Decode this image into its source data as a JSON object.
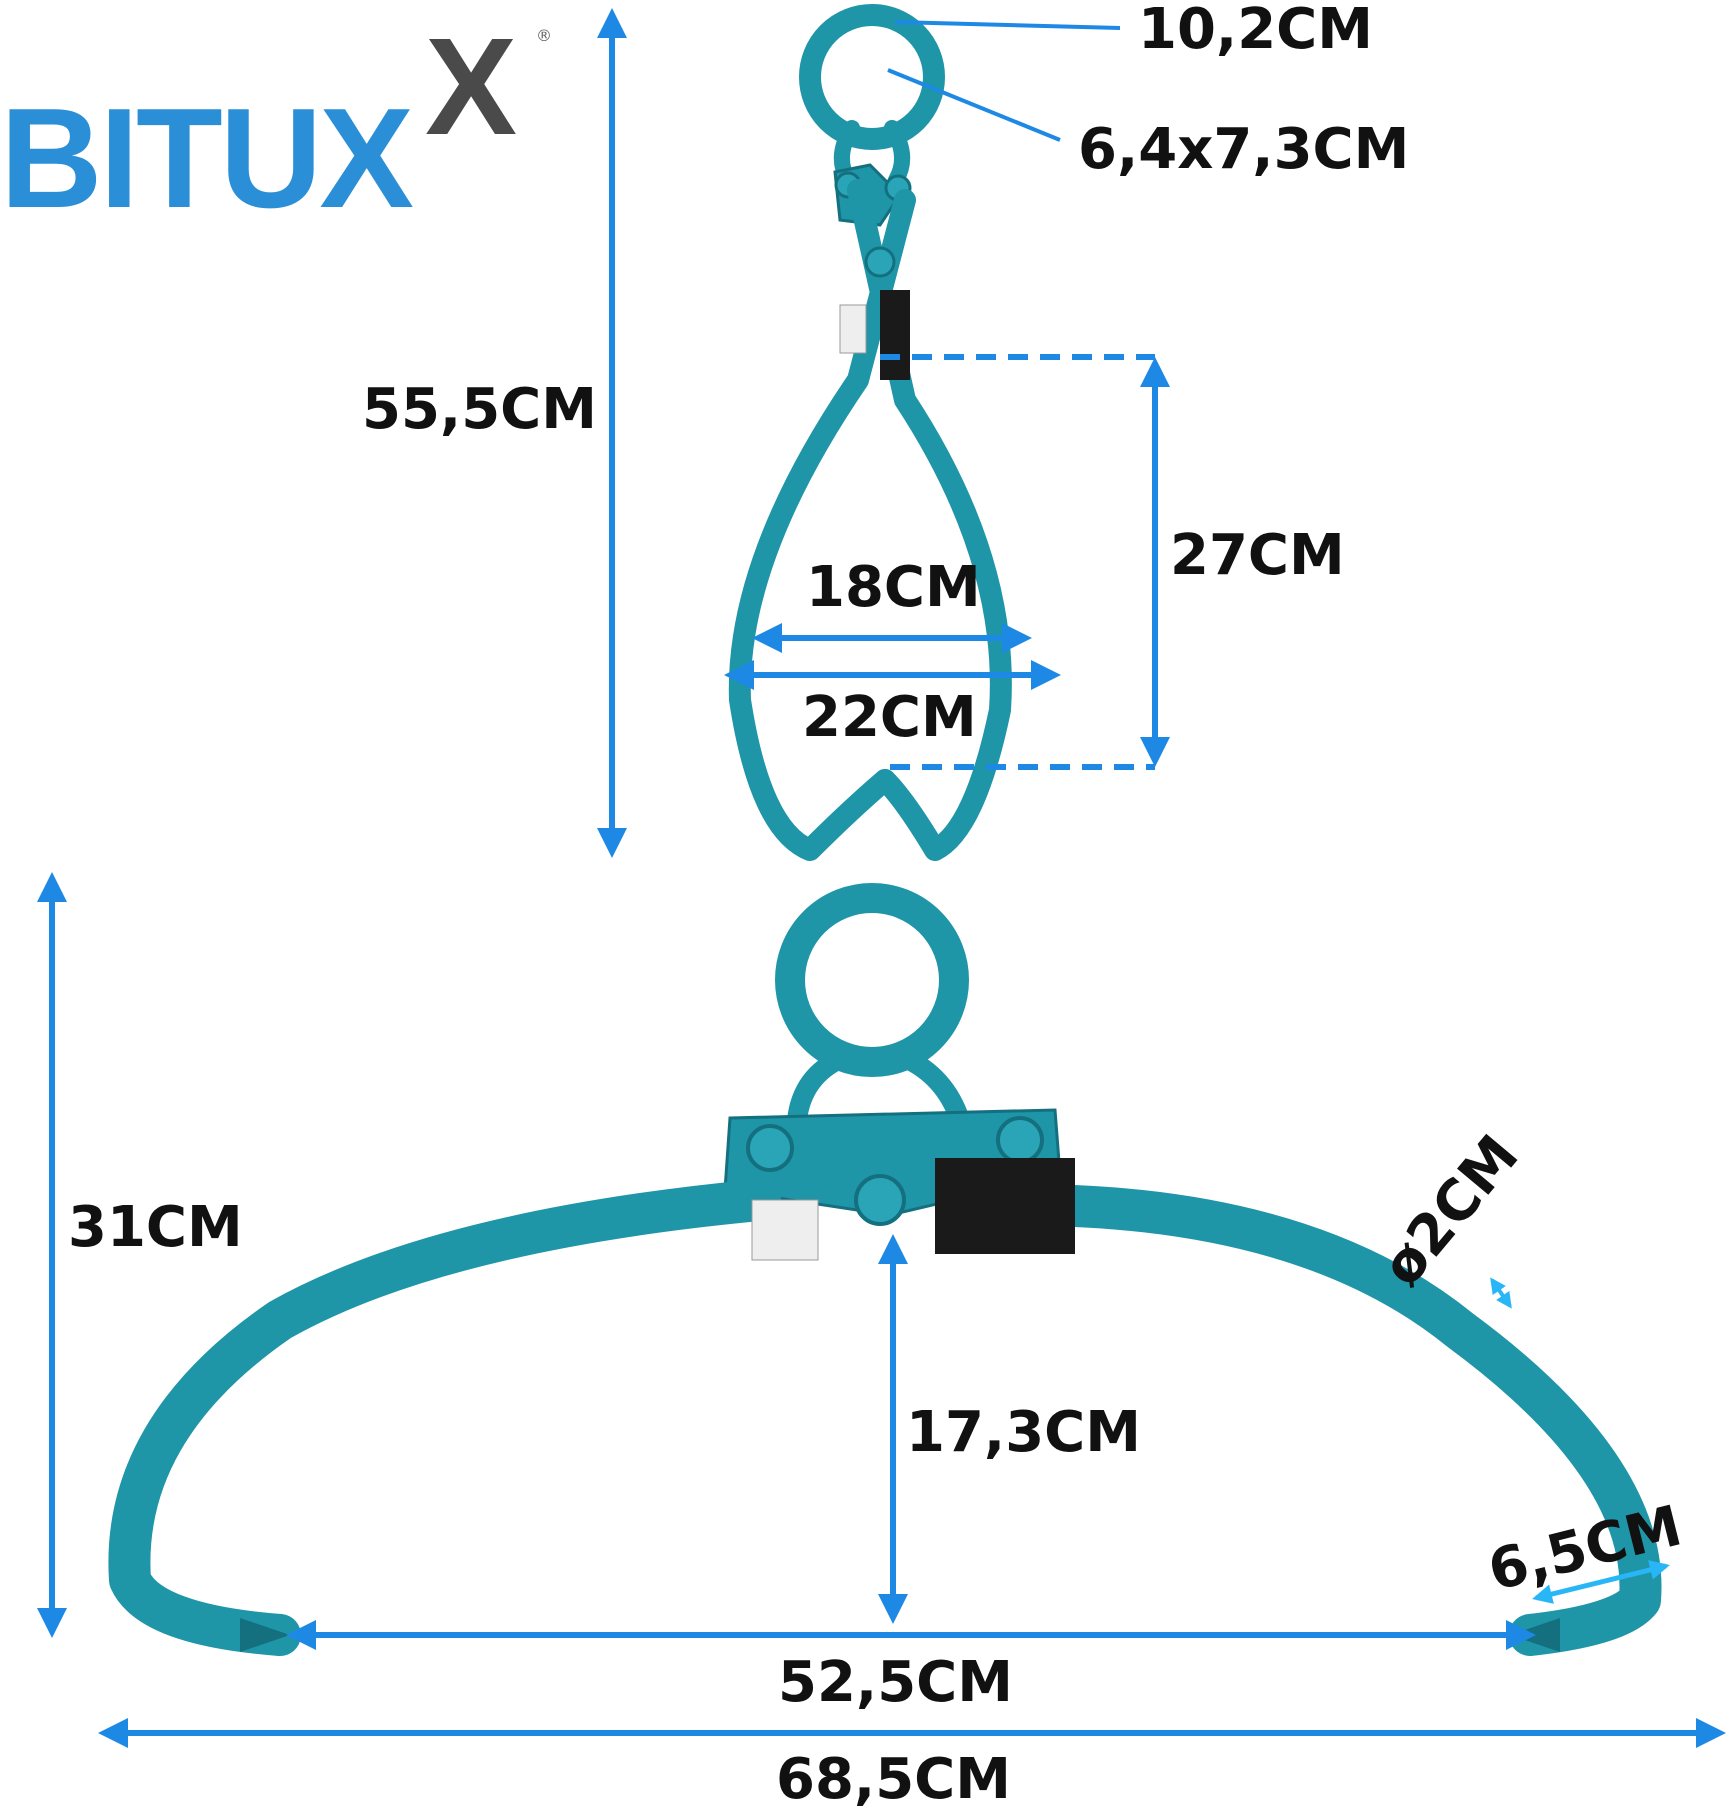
{
  "brand": {
    "name": "BITUX",
    "mark": "X",
    "registered": "®",
    "color": "#2b8fd8"
  },
  "colors": {
    "tool": "#1f95a8",
    "tool_dark": "#14707f",
    "dimension_line": "#1e88e5",
    "text": "#111111"
  },
  "dimensions": {
    "ring_outer": "10,2CM",
    "ring_inner": "6,4x7,3CM",
    "total_height_hanging": "55,5CM",
    "jaw_depth": "27CM",
    "inner_width": "18CM",
    "outer_width": "22CM",
    "height_open": "31CM",
    "bar_diameter": "ø2CM",
    "inner_height_open": "17,3CM",
    "tip_length": "6,5CM",
    "inner_span_open": "52,5CM",
    "total_span_open": "68,5CM"
  }
}
